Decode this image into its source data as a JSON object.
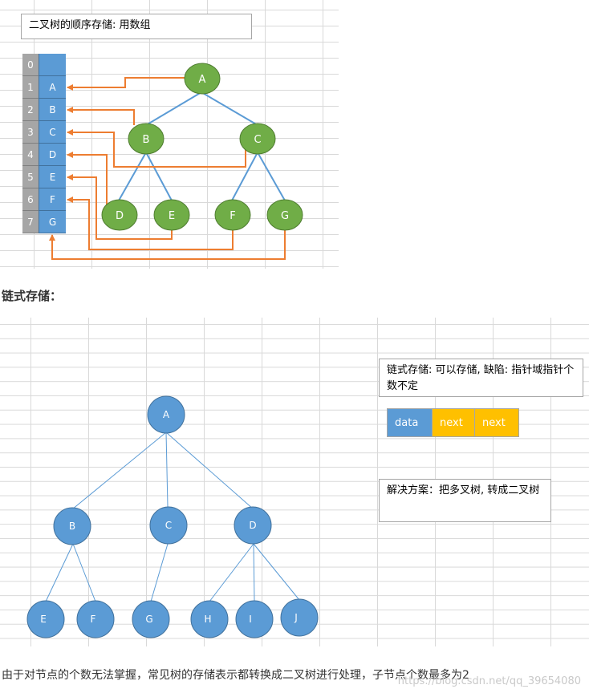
{
  "section1": {
    "title": "二叉树的顺序存储: 用数组",
    "array": [
      {
        "index": "0",
        "value": ""
      },
      {
        "index": "1",
        "value": "A"
      },
      {
        "index": "2",
        "value": "B"
      },
      {
        "index": "3",
        "value": "C"
      },
      {
        "index": "4",
        "value": "D"
      },
      {
        "index": "5",
        "value": "E"
      },
      {
        "index": "6",
        "value": "F"
      },
      {
        "index": "7",
        "value": "G"
      }
    ],
    "tree_nodes": [
      "A",
      "B",
      "C",
      "D",
      "E",
      "F",
      "G"
    ]
  },
  "section2": {
    "heading": "链式存储：",
    "note1": "链式存储: 可以存储, 缺陷: 指针域指针个数不定",
    "node_struct": [
      "data",
      "next",
      "next"
    ],
    "note2": "解决方案：把多叉树, 转成二叉树",
    "tree_nodes": [
      "A",
      "B",
      "C",
      "D",
      "E",
      "F",
      "G",
      "H",
      "I",
      "J"
    ]
  },
  "footer": "由于对节点的个数无法掌握，常见树的存储表示都转换成二叉树进行处理，子节点个数最多为2",
  "watermark": "https://blog.csdn.net/qq_39654080",
  "colors": {
    "green_node": "#70ad47",
    "blue_node": "#5b9bd5",
    "arrow": "#ed7d31",
    "yellow": "#ffc000"
  }
}
